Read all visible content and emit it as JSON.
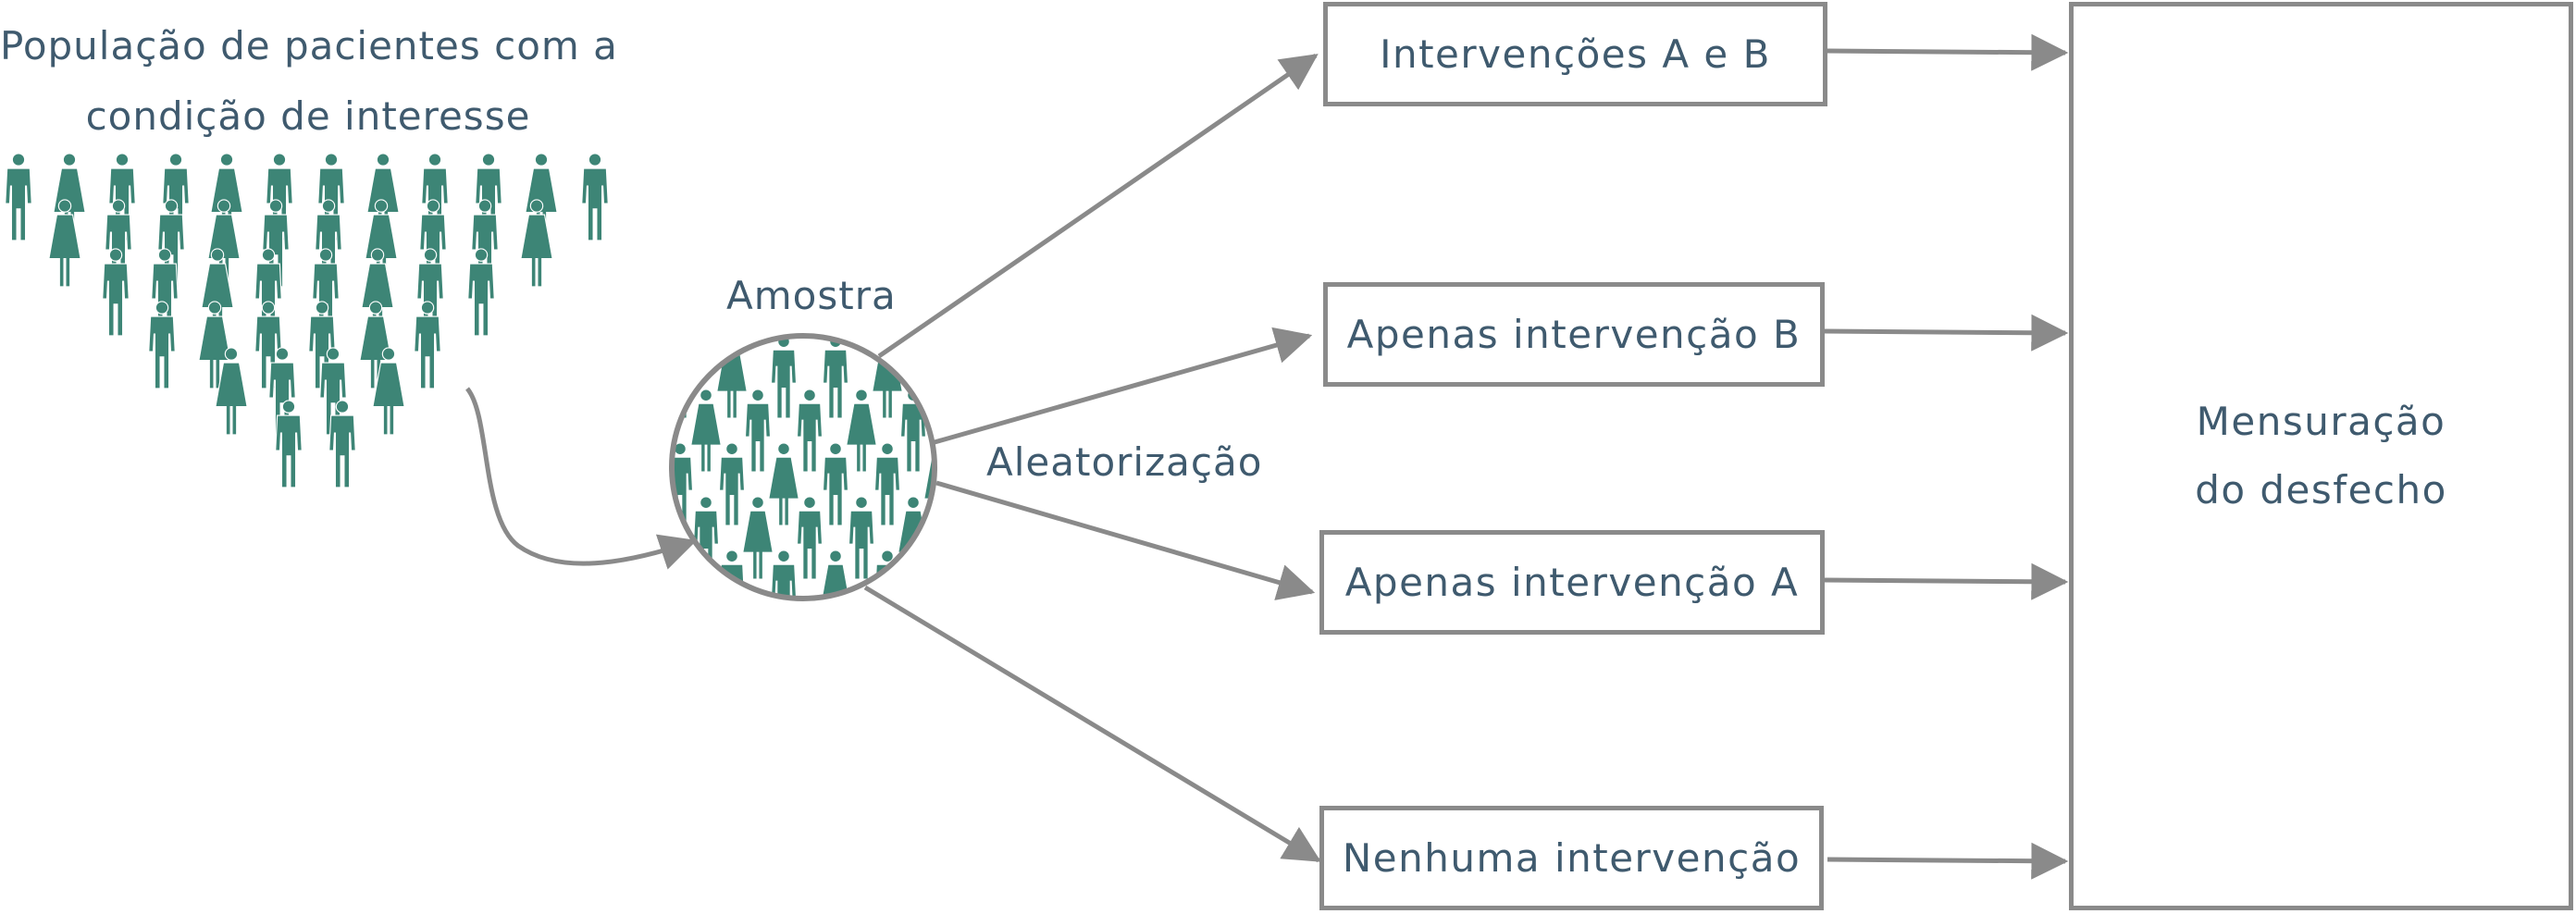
{
  "population_label": [
    "População de pacientes com a",
    "condição de interesse"
  ],
  "sample_label": "Amostra",
  "randomization_label": "Aleatorização",
  "arms": [
    "Intervenções A e B",
    "Apenas intervenção B",
    "Apenas intervenção A",
    "Nenhuma intervenção"
  ],
  "outcome_label": [
    "Mensuração",
    "do desfecho"
  ],
  "icons": {
    "person": "person-icon",
    "arrow": "arrow-icon"
  },
  "colors": {
    "figure": "#3d8576",
    "line": "#8a8a8a",
    "text": "#3f5a6e"
  }
}
